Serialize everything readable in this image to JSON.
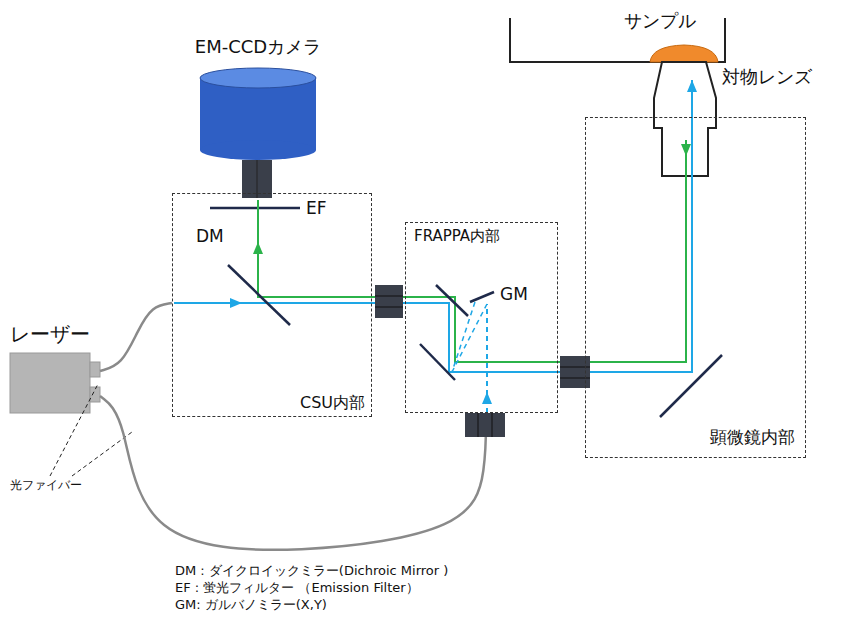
{
  "diagram": {
    "nodes": [
      {
        "text": [
          "CSU内部"
        ]
      },
      {
        "text": [
          "FRAPPA内部"
        ]
      },
      {
        "text": [
          "顕微鏡内部"
        ]
      },
      {
        "text": [
          "EM-CCDカメラ"
        ]
      },
      {
        "text": [
          "レーザー"
        ]
      },
      {
        "text": [
          "サンプル"
        ]
      },
      {
        "text": [
          "対物レンズ"
        ]
      }
    ],
    "edges": [
      {
        "from": 4,
        "to": 0,
        "arrow": "none"
      },
      {
        "from": 4,
        "to": 1,
        "arrow": "none"
      }
    ],
    "labels": [
      "DM",
      "EF",
      "GM",
      "光ファイバー",
      "DM : ダイクロイックミラー(Dichroic Mirror )",
      "EF : 蛍光フィルター （Emission Filter）",
      "GM: ガルバノミラー(X,Y)"
    ]
  }
}
